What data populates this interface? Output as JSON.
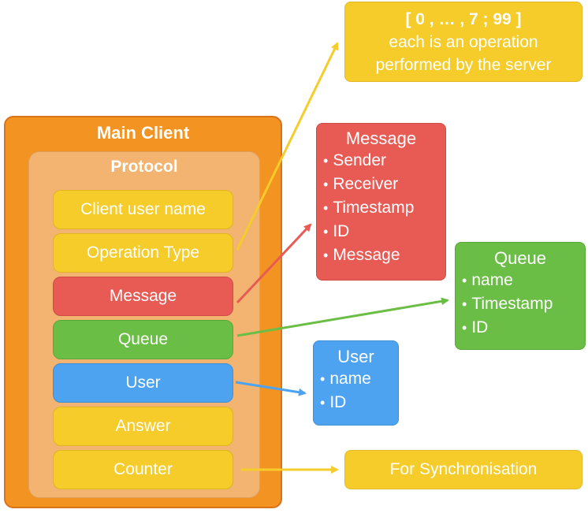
{
  "main_client": {
    "title": "Main Client"
  },
  "protocol": {
    "title": "Protocol",
    "fields": [
      {
        "label": "Client user name"
      },
      {
        "label": "Operation Type"
      },
      {
        "label": "Message"
      },
      {
        "label": "Queue"
      },
      {
        "label": "User"
      },
      {
        "label": "Answer"
      },
      {
        "label": "Counter"
      }
    ]
  },
  "operation_note": {
    "range": "[ 0 , … , 7 ; 99 ]",
    "line1": "each is an operation",
    "line2": "performed by the server"
  },
  "message_box": {
    "title": "Message",
    "items": [
      "Sender",
      "Receiver",
      "Timestamp",
      "ID",
      "Message"
    ]
  },
  "queue_box": {
    "title": "Queue",
    "items": [
      "name",
      "Timestamp",
      "ID"
    ]
  },
  "user_box": {
    "title": "User",
    "items": [
      "name",
      "ID"
    ]
  },
  "counter_note": {
    "text": "For Synchronisation"
  },
  "colors": {
    "outer": "#f29322",
    "protocol": "#f3b471",
    "yellow": "#f5cc2a",
    "red": "#e85b55",
    "green": "#6bbe45",
    "blue": "#4da3f0"
  }
}
